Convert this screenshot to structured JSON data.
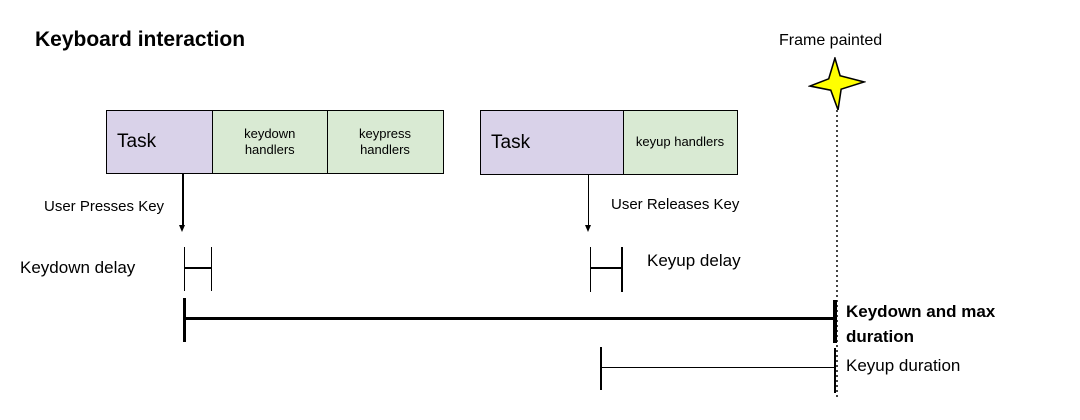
{
  "title": "Keyboard interaction",
  "annotations": {
    "frame_painted": "Frame painted",
    "user_presses_key": "User Presses Key",
    "user_releases_key": "User Releases Key",
    "keydown_delay": "Keydown delay",
    "keyup_delay": "Keyup delay",
    "keydown_max_duration": "Keydown and max duration",
    "keyup_duration": "Keyup duration"
  },
  "bars": {
    "keydown": {
      "task_label": "Task",
      "handlers": [
        "keydown handlers",
        "keypress handlers"
      ]
    },
    "keyup": {
      "task_label": "Task",
      "handlers": [
        "keyup handlers"
      ]
    }
  },
  "icons": {
    "frame_painted_marker": "four-point-star"
  },
  "colors": {
    "task_fill": "#d9d2e9",
    "handler_fill": "#d9ead3",
    "star_fill": "#ffff00",
    "line": "#000000"
  }
}
